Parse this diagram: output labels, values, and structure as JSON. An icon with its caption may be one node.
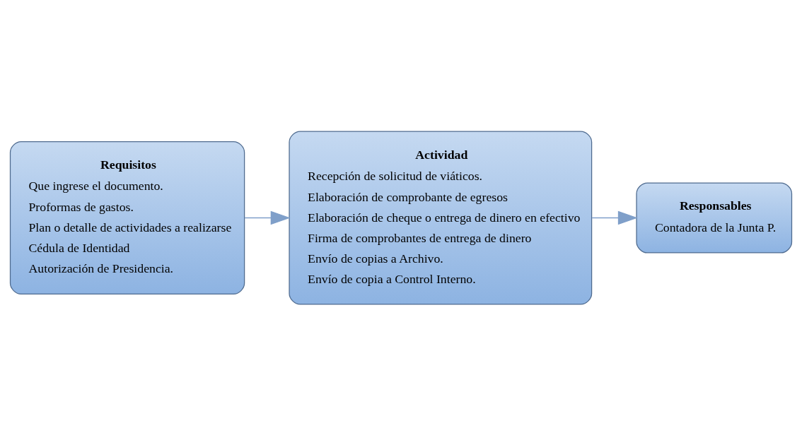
{
  "diagram": {
    "nodes": [
      {
        "text": [
          "Requisitos",
          "Que ingrese el documento.",
          "Proformas de gastos.",
          "Plan o detalle de actividades a realizarse",
          "Cédula de Identidad",
          "Autorización de Presidencia."
        ]
      },
      {
        "text": [
          "Actividad",
          "Recepción de solicitud de viáticos.",
          "Elaboración de comprobante de egresos",
          "Elaboración de cheque o entrega de dinero en efectivo",
          "Firma de comprobantes de entrega de dinero",
          "Envío de copias a Archivo.",
          "Envío de copia a Control Interno."
        ]
      },
      {
        "text": [
          "Responsables",
          "Contadora de la Junta P."
        ]
      }
    ],
    "edges": [
      {
        "from": 0,
        "to": 1,
        "arrow": "to"
      },
      {
        "from": 1,
        "to": 2,
        "arrow": "to"
      }
    ]
  }
}
